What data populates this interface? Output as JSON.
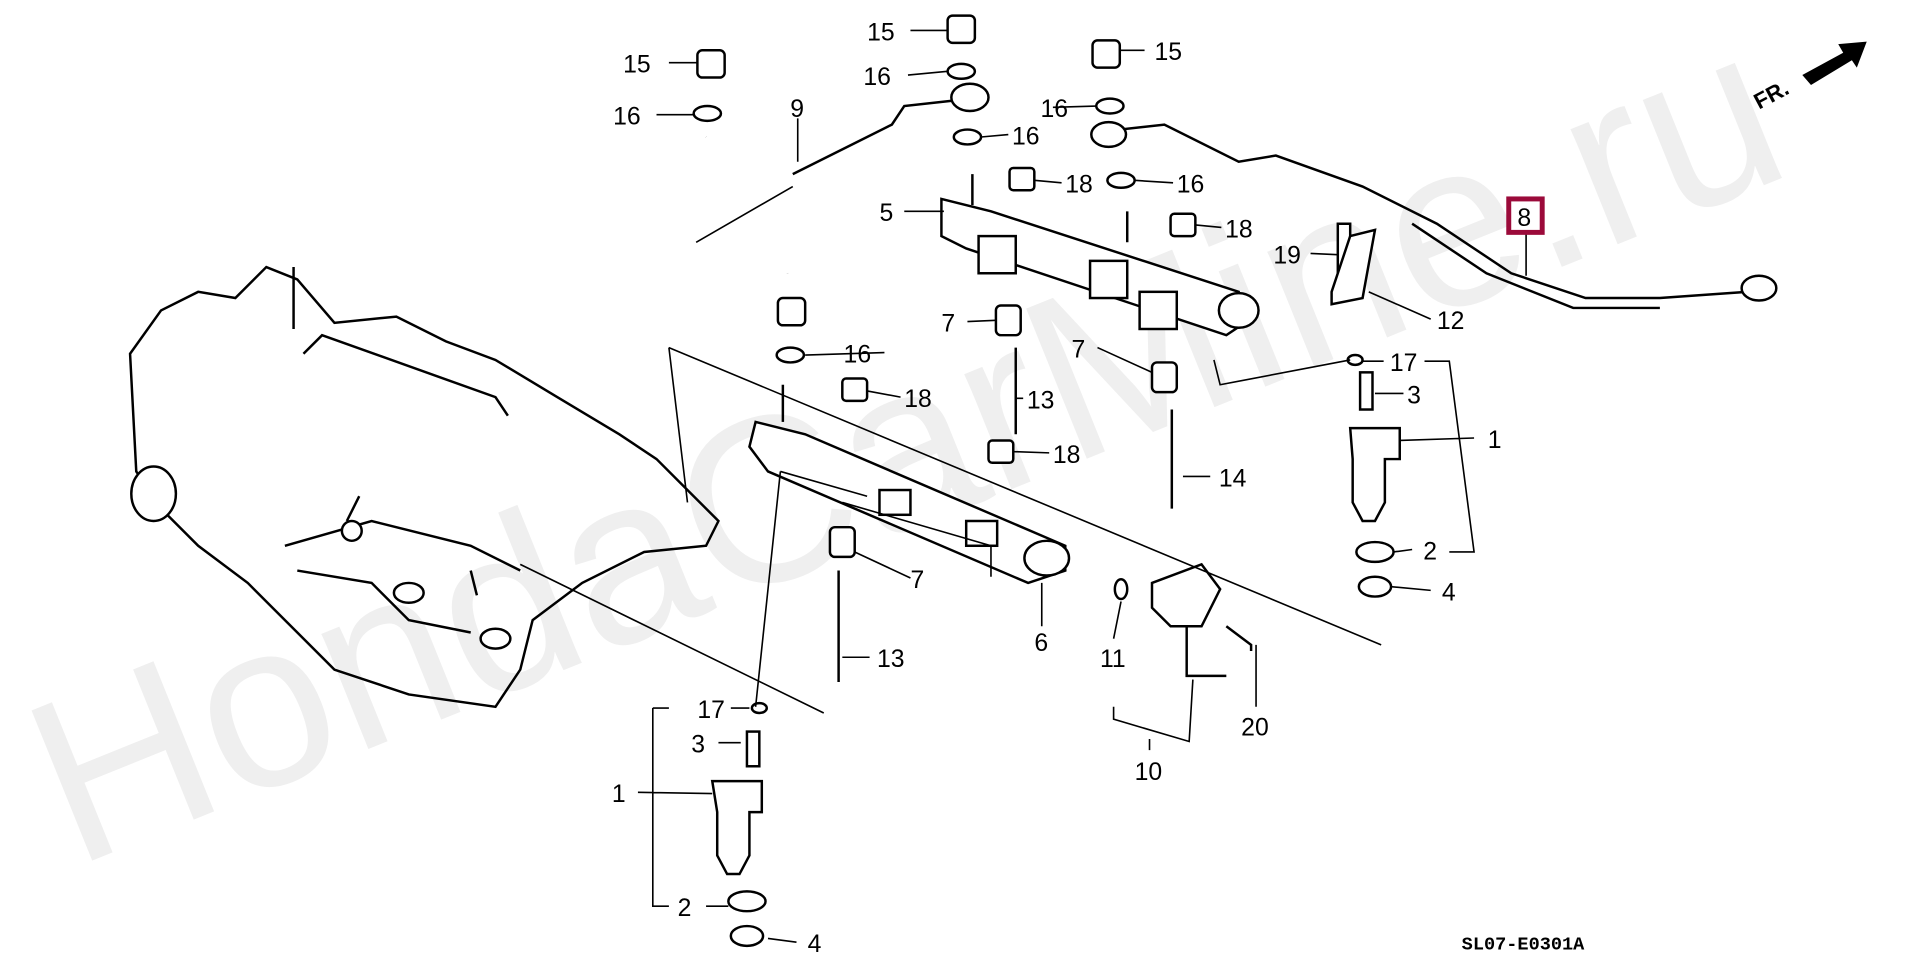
{
  "watermark": "HondaCarMine.ru",
  "front_indicator": "FR.",
  "diagram_code": "SL07-E0301A",
  "highlight_color": "#9b0a3a",
  "highlighted_callout": "8",
  "callouts": {
    "c15a": "15",
    "c15b": "15",
    "c15c": "15",
    "c16a": "16",
    "c16b": "16",
    "c16c": "16",
    "c16d": "16",
    "c16e": "16",
    "c16f": "16",
    "c9": "9",
    "c18a": "18",
    "c18b": "18",
    "c18c": "18",
    "c18d": "18",
    "c5": "5",
    "c19": "19",
    "c8": "8",
    "c12": "12",
    "c7a": "7",
    "c7b": "7",
    "c7c": "7",
    "c17a": "17",
    "c17b": "17",
    "c3a": "3",
    "c3b": "3",
    "c1a": "1",
    "c1b": "1",
    "c13a": "13",
    "c13b": "13",
    "c14": "14",
    "c2a": "2",
    "c2b": "2",
    "c4a": "4",
    "c4b": "4",
    "c6": "6",
    "c11": "11",
    "c10": "10",
    "c20": "20"
  }
}
